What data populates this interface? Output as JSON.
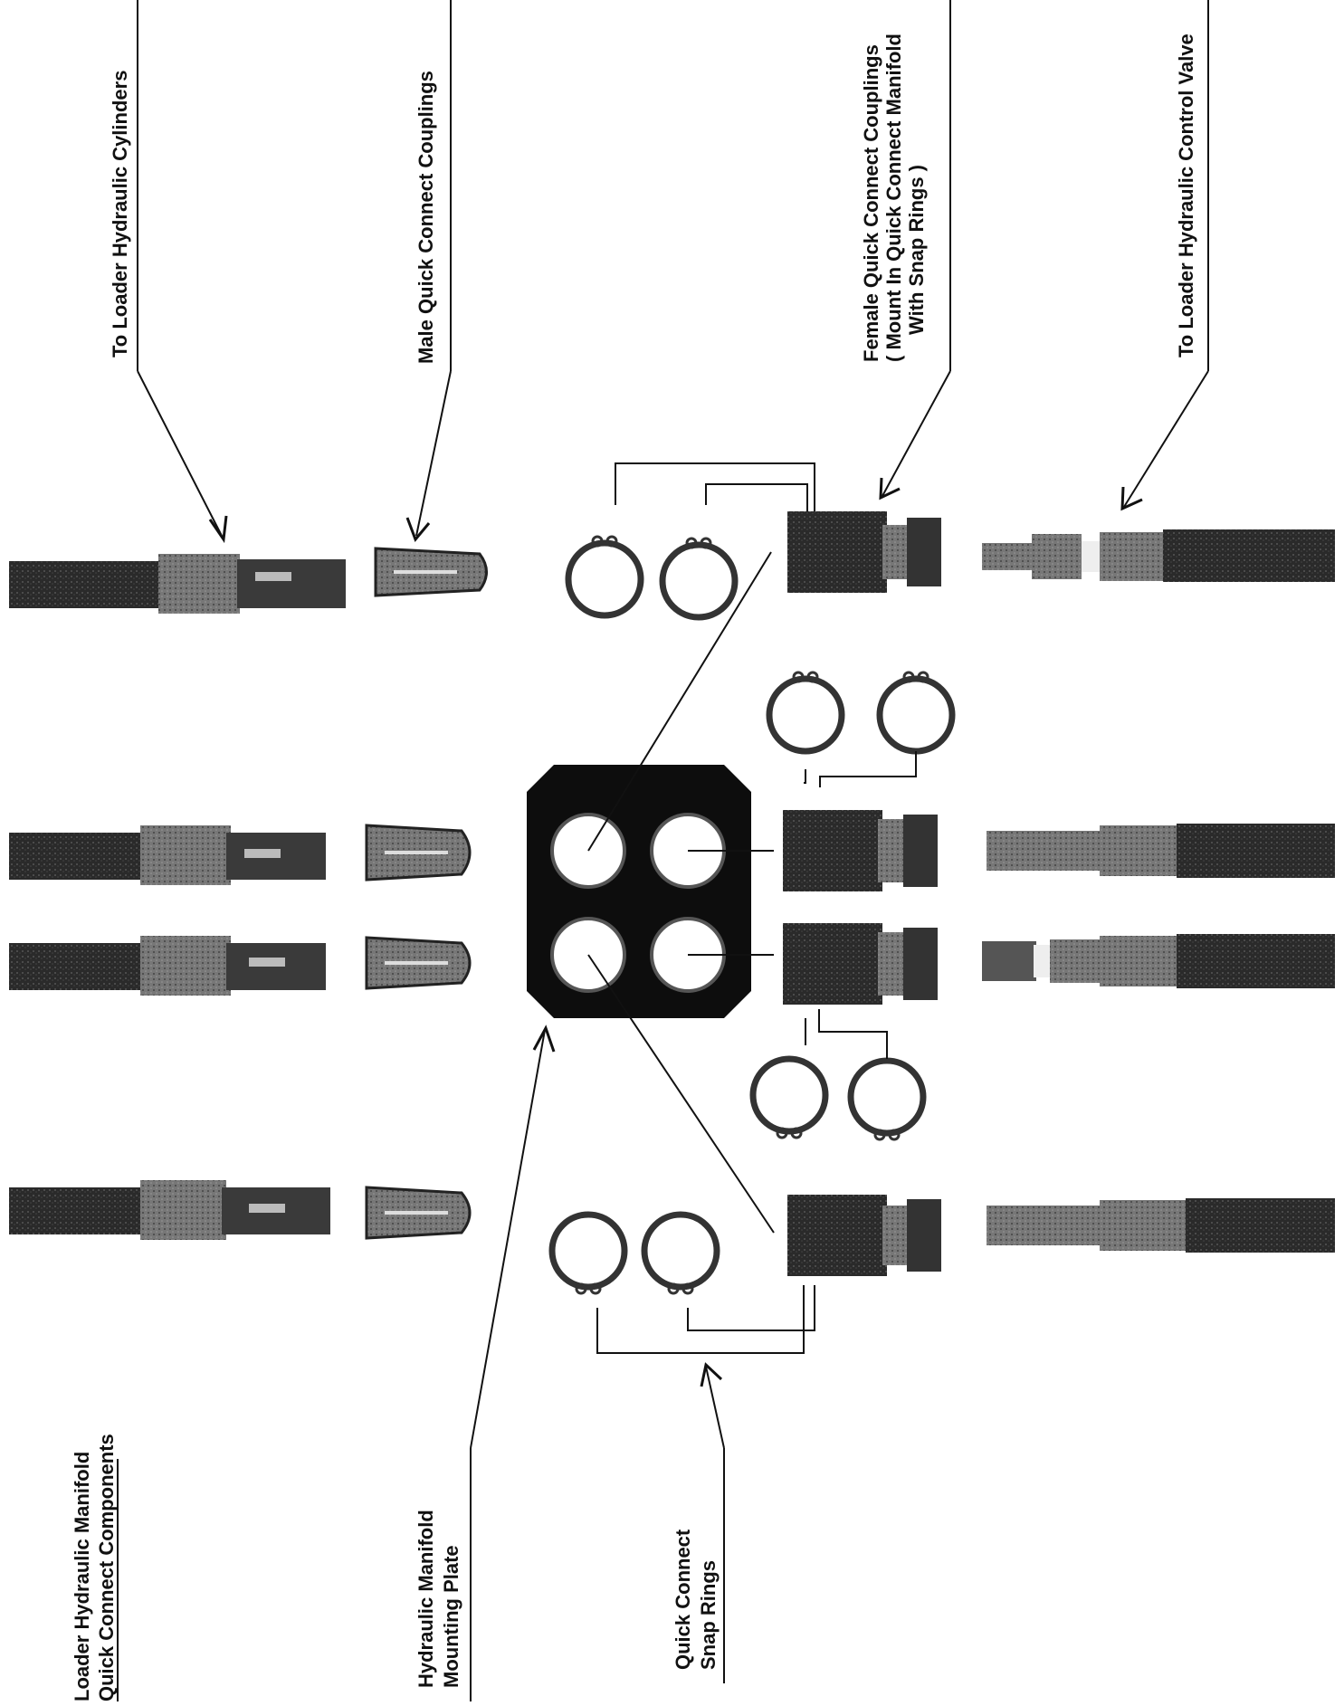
{
  "labels": {
    "to_cylinders": "To Loader Hydraulic Cylinders",
    "male_couplings": "Male Quick Connect Couplings",
    "female_line1": "Female Quick Connect Couplings",
    "female_line2": "( Mount In Quick Connect Manifold",
    "female_line3": "With Snap Rings )",
    "to_valve": "To Loader Hydraulic Control Valve",
    "title_line1": "Loader Hydraulic Manifold",
    "title_line2": "Quick Connect Components",
    "plate_line1": "Hydraulic Manifold",
    "plate_line2": "Mounting Plate",
    "snap_line1": "Quick Connect",
    "snap_line2": "Snap Rings"
  },
  "colors": {
    "ink": "#111111",
    "hose": "#1c1c1c",
    "fitting": "#6a6a6a",
    "plate": "#0d0d0d"
  }
}
